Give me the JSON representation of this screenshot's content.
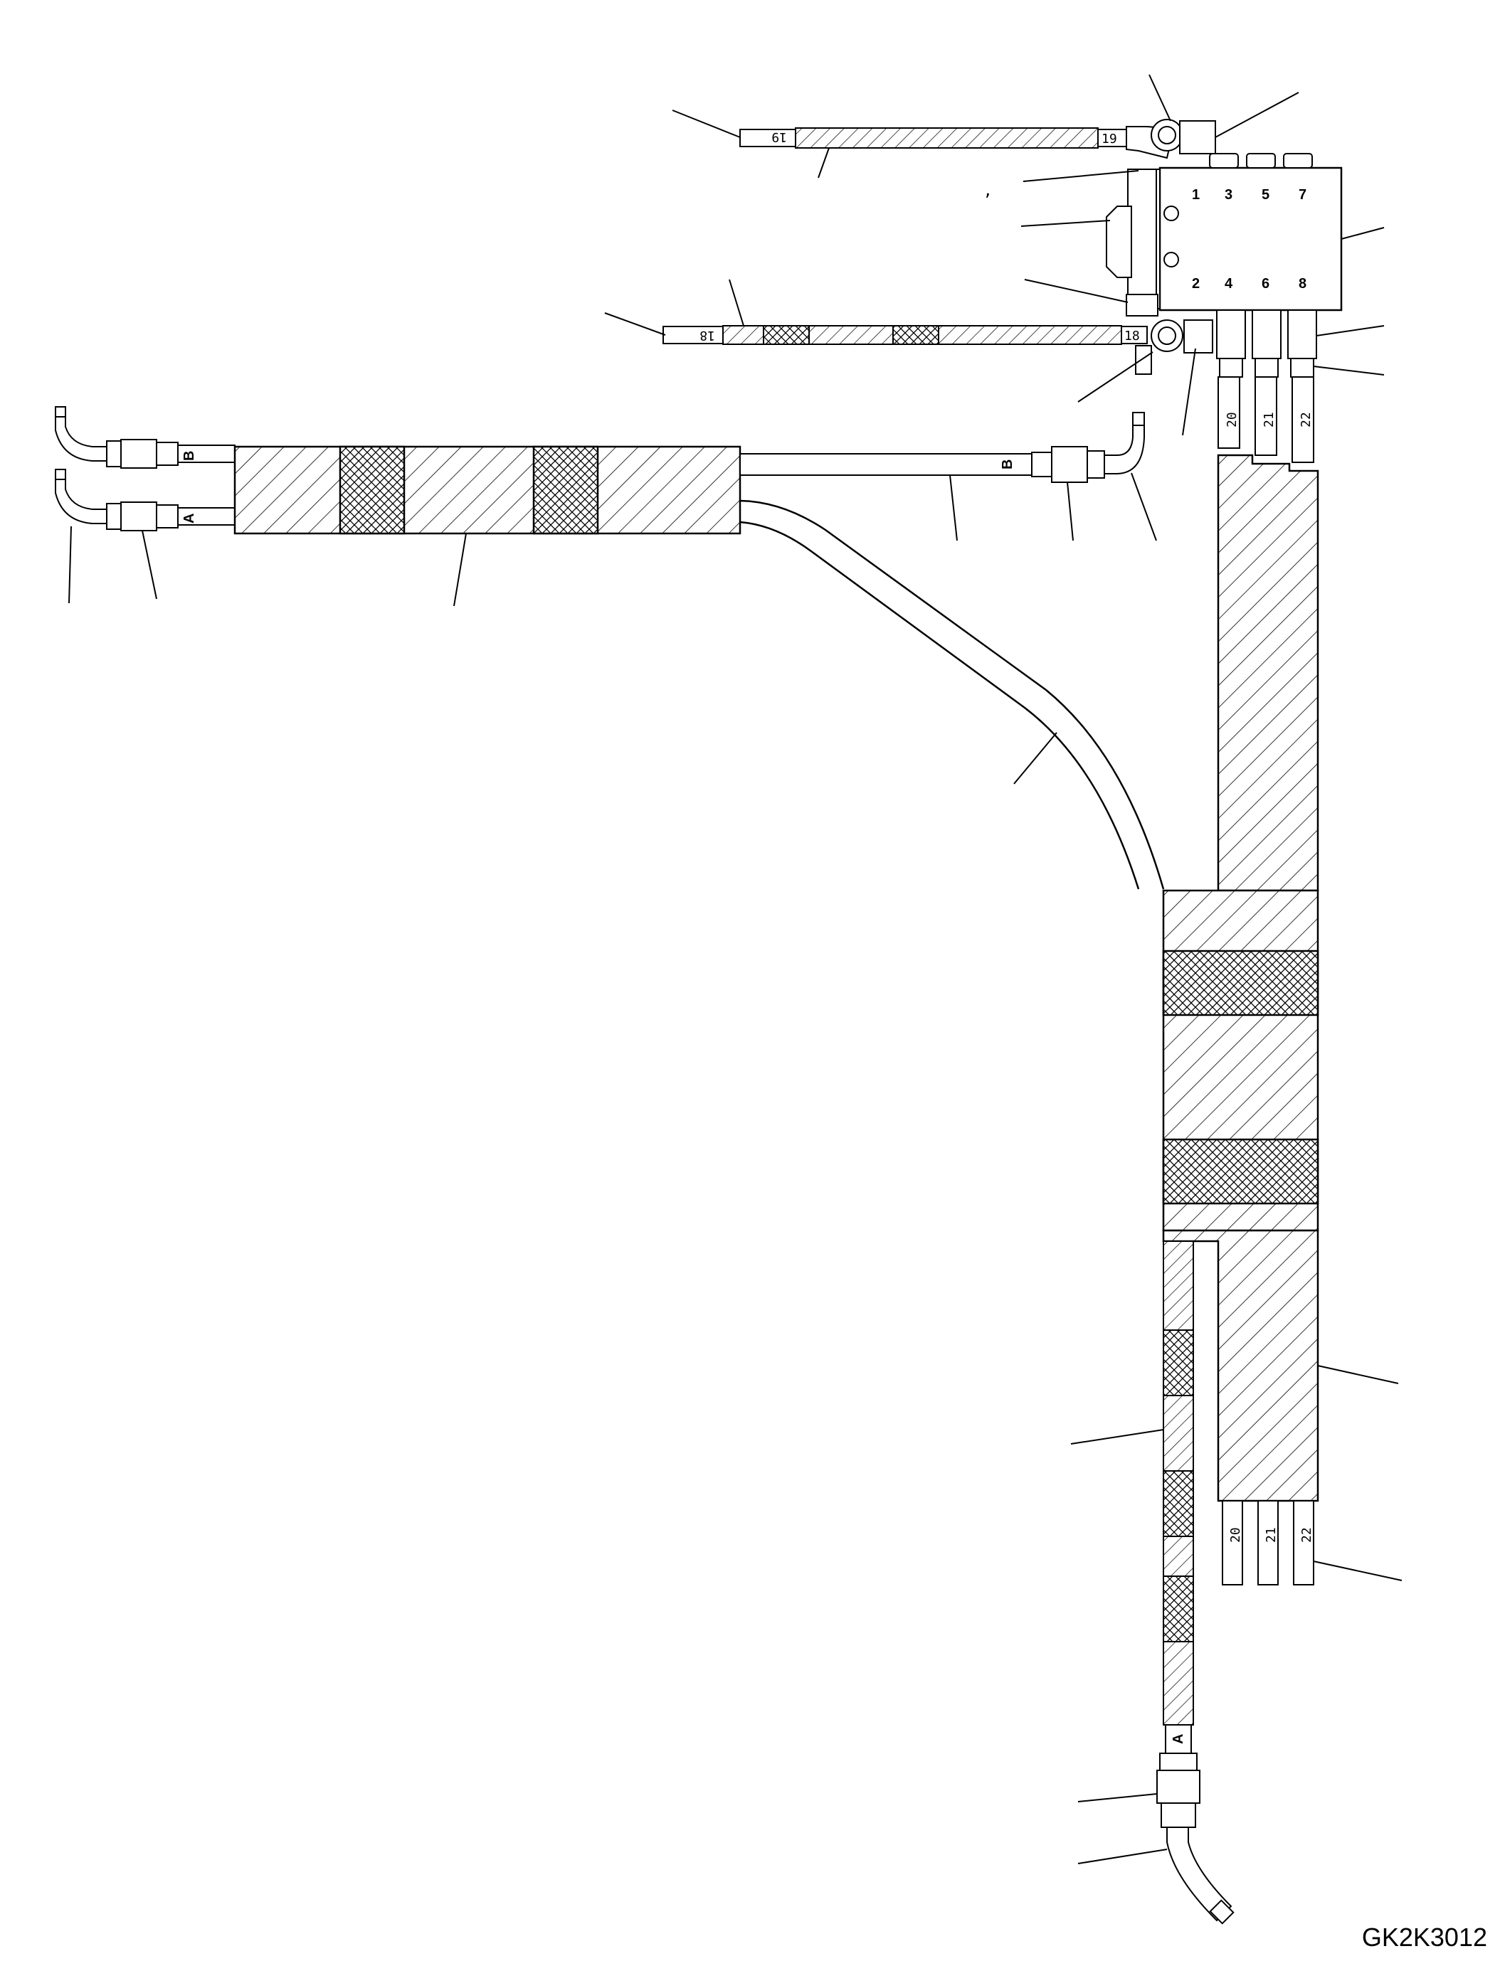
{
  "drawing": {
    "code": "GK2K3012",
    "comma_mark": ","
  },
  "block": {
    "ports_top": [
      "1",
      "3",
      "5",
      "7"
    ],
    "ports_bottom": [
      "2",
      "4",
      "6",
      "8"
    ]
  },
  "hose_tags": {
    "t19": "19",
    "t18": "18",
    "t20": "20",
    "t21": "21",
    "t22": "22",
    "tA": "A",
    "tB": "B"
  }
}
